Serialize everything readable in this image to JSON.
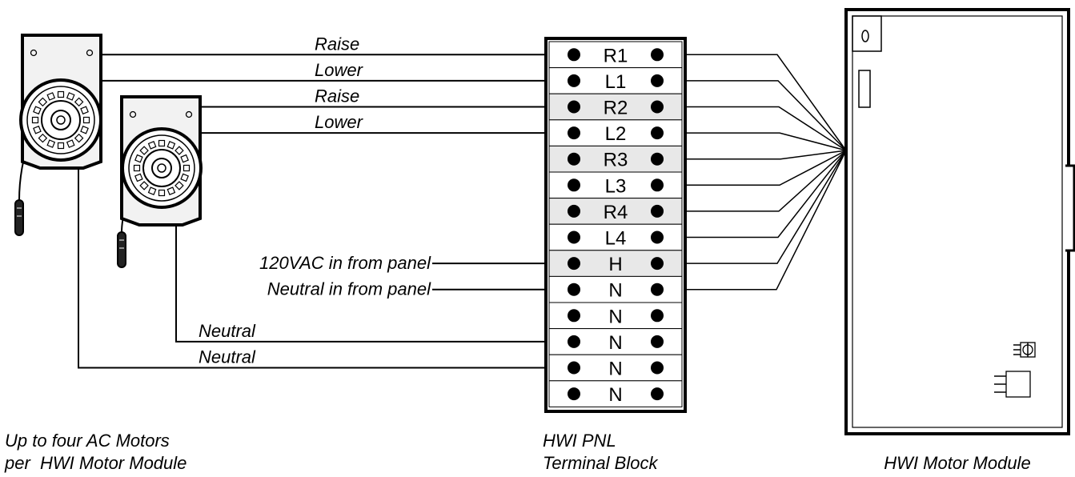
{
  "motor_wires": [
    {
      "label": "Raise",
      "row": 0,
      "motor": 0
    },
    {
      "label": "Lower",
      "row": 1,
      "motor": 0
    },
    {
      "label": "Raise",
      "row": 2,
      "motor": 1
    },
    {
      "label": "Lower",
      "row": 3,
      "motor": 1
    }
  ],
  "panel_wires": [
    {
      "label": "120VAC in from panel",
      "row": 8
    },
    {
      "label": "Neutral in from panel",
      "row": 9
    }
  ],
  "neutral_wires": [
    {
      "label": "Neutral",
      "row": 11,
      "motor": 1
    },
    {
      "label": "Neutral",
      "row": 12,
      "motor": 0
    }
  ],
  "terminal_block": {
    "terminals": [
      "R1",
      "L1",
      "R2",
      "L2",
      "R3",
      "L3",
      "R4",
      "L4",
      "H",
      "N",
      "N",
      "N",
      "N",
      "N"
    ],
    "shaded_rows": [
      2,
      4,
      6,
      8
    ],
    "module_connections": [
      0,
      1,
      2,
      3,
      4,
      5,
      6,
      7,
      8,
      9
    ]
  },
  "captions": {
    "motors": [
      "Up to four AC Motors",
      "per  HWI Motor Module"
    ],
    "terminal_block": [
      "HWI PNL",
      "Terminal Block"
    ],
    "module": "HWI Motor Module"
  }
}
